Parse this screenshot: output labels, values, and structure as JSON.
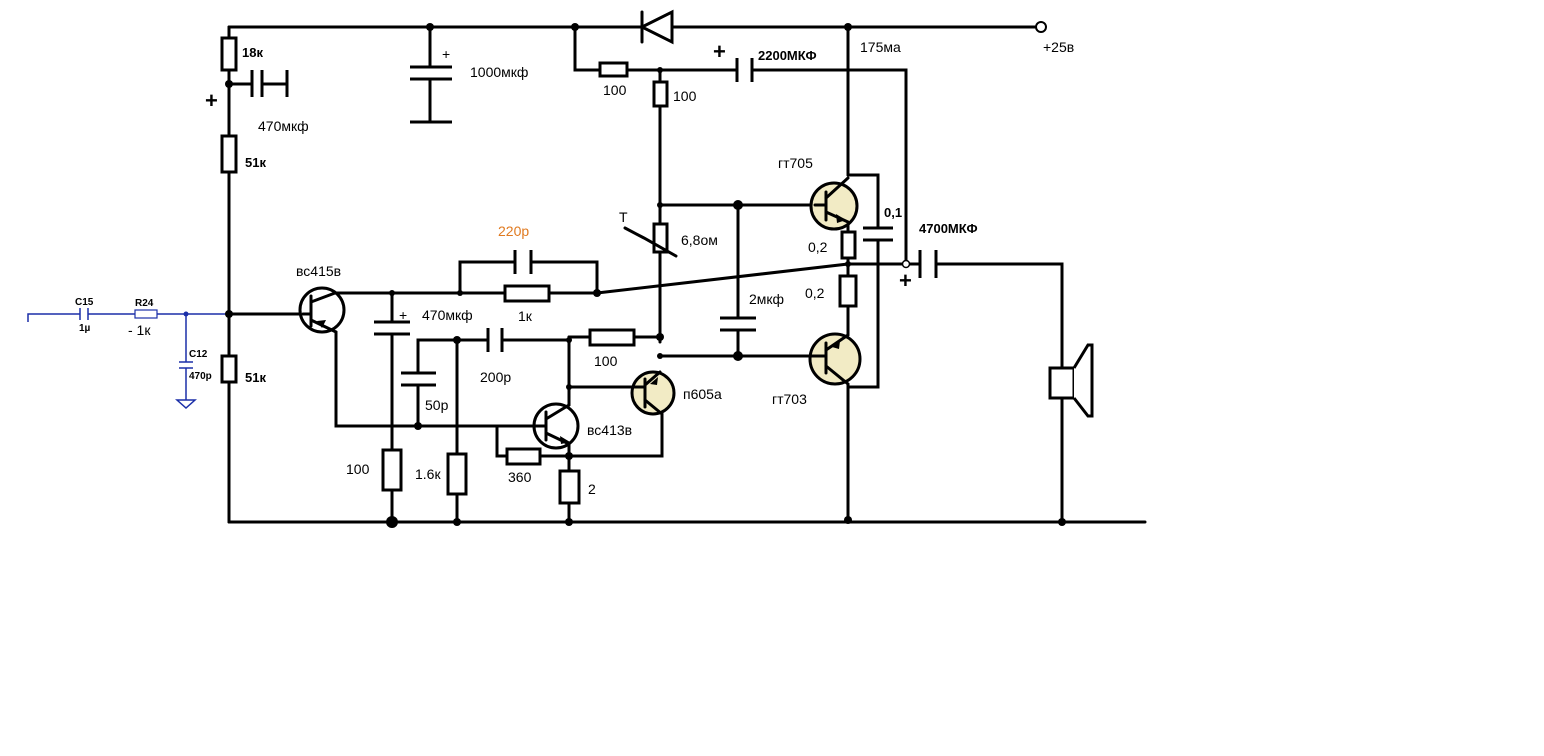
{
  "supply": {
    "voltage": "+25в",
    "current": "175ма"
  },
  "components": {
    "r_18k": "18к",
    "c_470mkf_top": "470мкф",
    "r_51k_top": "51к",
    "r_51k_bottom": "51к",
    "c_1000mkf": "1000мкф",
    "r_100_h": "100",
    "r_100_v": "100",
    "c_2200": "2200МКФ",
    "c15_name": "C15",
    "c15_value": "1µ",
    "r24_name": "R24",
    "r24_value": "- 1к",
    "c12_name": "C12",
    "c12_value": "470p",
    "q_bc415": "вс415в",
    "c_220p": "220р",
    "c_470mkf_mid": "470мкф",
    "r_1k": "1к",
    "thermistor_t": "Т",
    "thermistor_value": "6,8ом",
    "q_gt705": "гт705",
    "c_0_1": "0,1",
    "c_4700": "4700МКФ",
    "r_0_2_top": "0,2",
    "r_0_2_bottom": "0,2",
    "c_2mkf": "2мкф",
    "c_200p": "200р",
    "r_100_mid": "100",
    "c_50p": "50р",
    "q_p605": "п605а",
    "q_gt703": "гт703",
    "q_bc413": "вс413в",
    "r_100_bottom": "100",
    "r_1_6k": "1.6к",
    "r_360": "360",
    "r_2": "2"
  },
  "colors": {
    "wire": "#000000",
    "ge_transistor_fill": "#f2ebc5",
    "accent_label": "#e07a20",
    "input_wire": "#1b2fa8"
  }
}
